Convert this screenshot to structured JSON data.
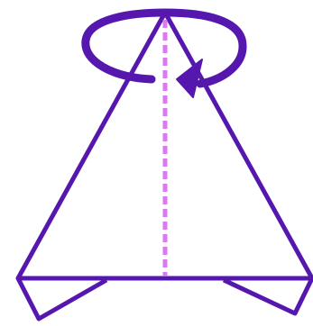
{
  "diagram": {
    "colors": {
      "outline": "#5517ad",
      "fold_line": "#d97af0",
      "background": "#ffffff"
    },
    "elements": [
      "triangle",
      "bottom-flap-left",
      "bottom-flap-right",
      "dashed-fold-line",
      "rotation-arrow"
    ]
  }
}
